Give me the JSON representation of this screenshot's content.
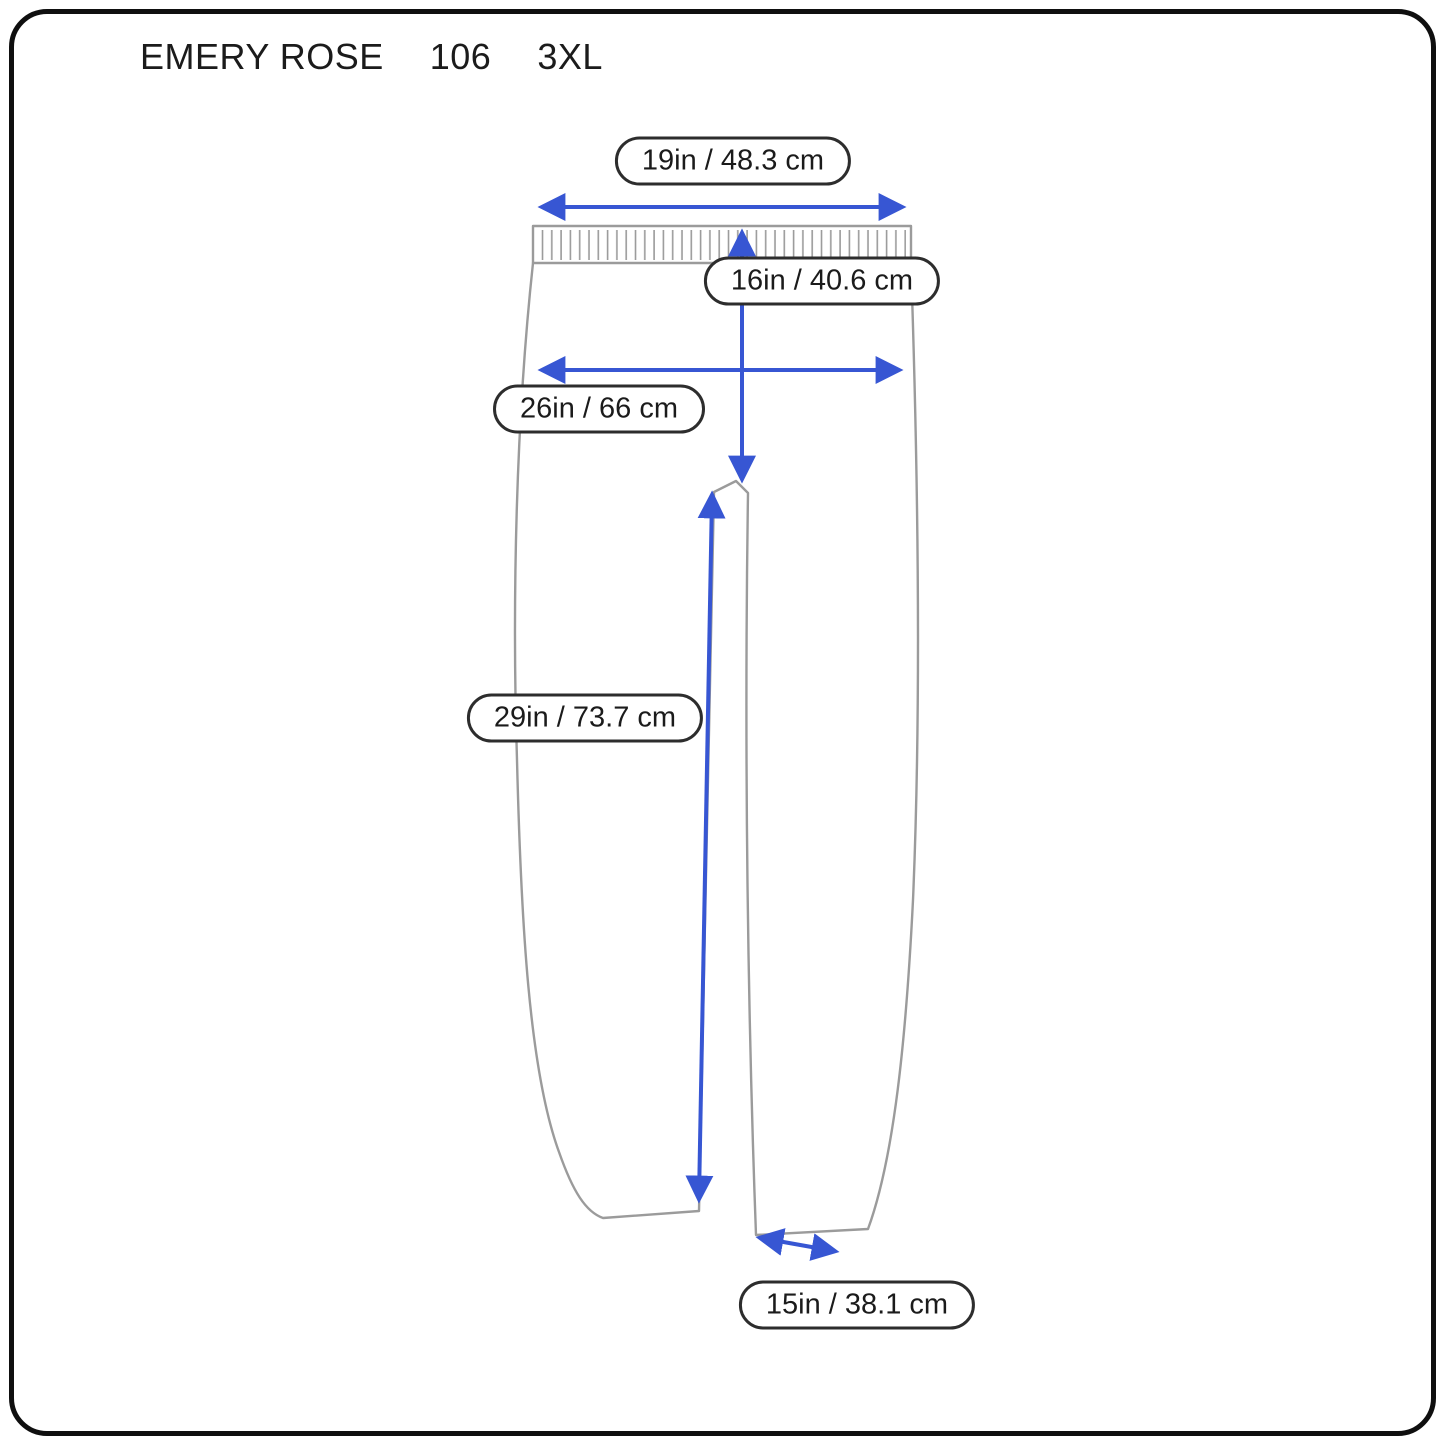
{
  "header": {
    "brand": "EMERY ROSE",
    "style_number": "106",
    "size": "3XL"
  },
  "colors": {
    "arrow": "#3756d3",
    "outline": "#9b9b9b",
    "frame": "#0f0f0f",
    "pill_border": "#2d2d2d",
    "text": "#1b1b1b"
  },
  "measurements": {
    "waist": {
      "label": "19in / 48.3 cm"
    },
    "rise": {
      "label": "16in / 40.6 cm"
    },
    "hip": {
      "label": "26in / 66 cm"
    },
    "inseam": {
      "label": "29in / 73.7 cm"
    },
    "leg_opening": {
      "label": "15in / 38.1 cm"
    }
  }
}
